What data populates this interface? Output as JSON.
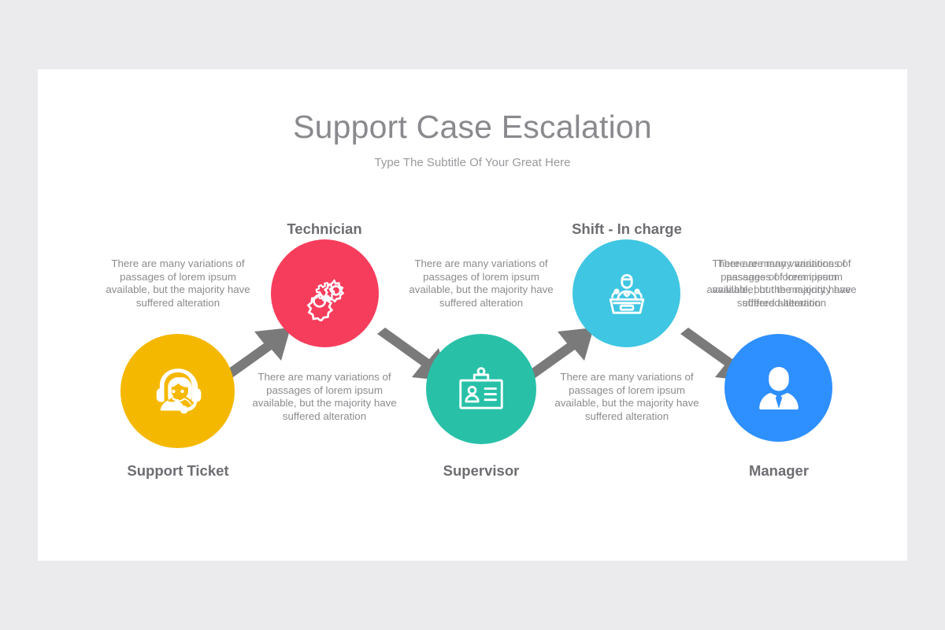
{
  "header": {
    "title": "Support Case Escalation",
    "subtitle": "Type The Subtitle Of Your Great Here"
  },
  "body_text": "There are many variations of passages of lorem ipsum available, but the majority have suffered alteration",
  "steps": [
    {
      "label": "Support Ticket",
      "label_position": "below",
      "icon": "headset-operator-icon",
      "color": "#F5B800",
      "description": "There are many variations of passages of lorem ipsum available, but the majority have suffered alteration"
    },
    {
      "label": "Technician",
      "label_position": "above",
      "icon": "gears-icon",
      "color": "#F73D5C",
      "description": "There are many variations of passages of lorem ipsum available, but the majority have suffered alteration"
    },
    {
      "label": "Supervisor",
      "label_position": "below",
      "icon": "id-badge-icon",
      "color": "#28C1A8",
      "description": "There are many variations of passages of lorem ipsum available, but the majority have suffered alteration"
    },
    {
      "label": "Shift - In charge",
      "label_position": "above",
      "icon": "podium-speaker-icon",
      "color": "#3FC6E3",
      "description": "There are many variations of passages of lorem ipsum available, but the majority have suffered alteration"
    },
    {
      "label": "Manager",
      "label_position": "below",
      "icon": "businessman-icon",
      "color": "#2E8FFF",
      "description": "There are many variations of passages of lorem ipsum available, but the majority have suffered alteration"
    }
  ],
  "arrows": [
    {
      "name": "arrow-up-right",
      "direction": "up-right",
      "color": "#7A7A7A"
    },
    {
      "name": "arrow-down-right",
      "direction": "down-right",
      "color": "#7A7A7A"
    },
    {
      "name": "arrow-up-right",
      "direction": "up-right",
      "color": "#7A7A7A"
    },
    {
      "name": "arrow-down-right",
      "direction": "down-right",
      "color": "#7A7A7A"
    }
  ],
  "colors": {
    "background": "#EBEBED",
    "card": "#FFFFFF",
    "title": "#8A8A8E",
    "heading": "#6D6D72",
    "paragraph": "#8C8C90",
    "arrow": "#7A7A7A"
  }
}
